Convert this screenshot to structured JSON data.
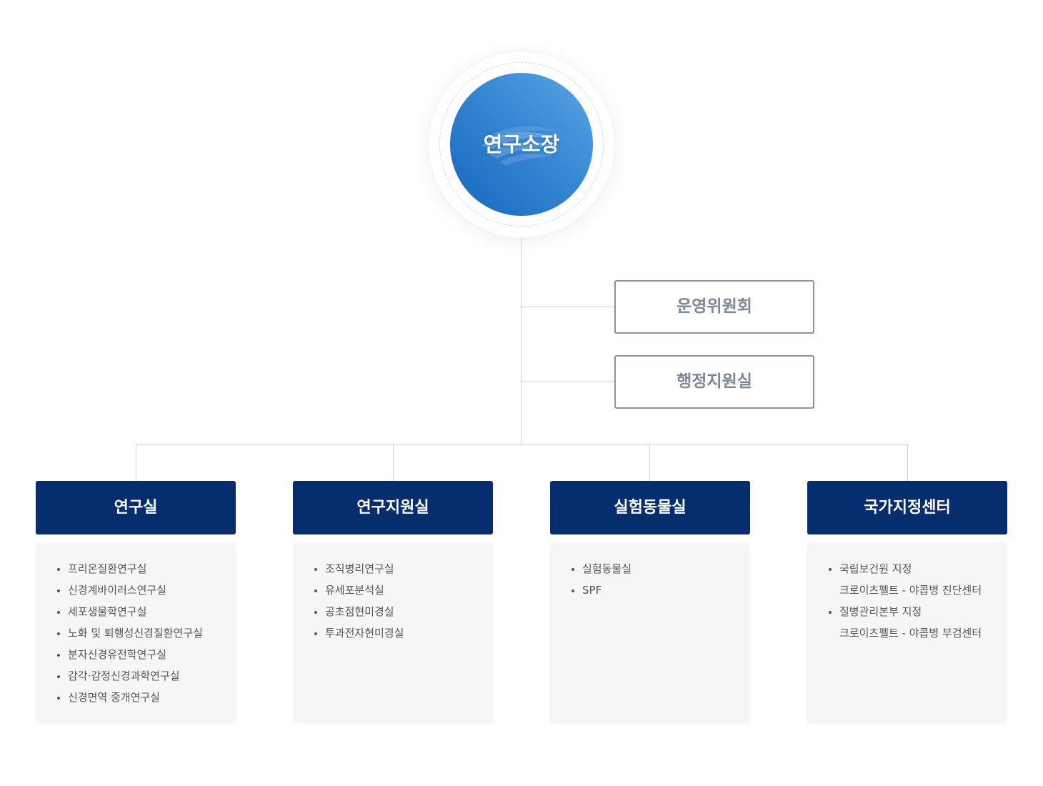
{
  "head": {
    "title": "연구소장"
  },
  "side_units": [
    "운영위원회",
    "행정지원실"
  ],
  "departments": [
    {
      "title": "연구실",
      "items": [
        {
          "text": "프리온질환연구실",
          "bullet": true
        },
        {
          "text": "신경계바이러스연구실",
          "bullet": true
        },
        {
          "text": "세포생물학연구실",
          "bullet": true
        },
        {
          "text": "노화 및 퇴행성신경질환연구실",
          "bullet": true
        },
        {
          "text": "분자신경유전학연구실",
          "bullet": true
        },
        {
          "text": "감각·감정신경과학연구실",
          "bullet": true
        },
        {
          "text": "신경면역 중개연구실",
          "bullet": true
        }
      ]
    },
    {
      "title": "연구지원실",
      "items": [
        {
          "text": "조직병리연구실",
          "bullet": true
        },
        {
          "text": "유세포분석실",
          "bullet": true
        },
        {
          "text": "공초점현미경실",
          "bullet": true
        },
        {
          "text": "투과전자현미경실",
          "bullet": true
        }
      ]
    },
    {
      "title": "실험동물실",
      "items": [
        {
          "text": "실험동물실",
          "bullet": true
        },
        {
          "text": "SPF",
          "bullet": true
        }
      ]
    },
    {
      "title": "국가지정센터",
      "items": [
        {
          "text": "국립보건원 지정",
          "bullet": true
        },
        {
          "text": "크로이츠펠트 - 야콥병 진단센터",
          "bullet": false
        },
        {
          "text": "질병관리본부 지정",
          "bullet": true
        },
        {
          "text": "크로이츠펠트 - 야콥병 부검센터",
          "bullet": false
        }
      ]
    }
  ],
  "colors": {
    "head_gradient_start": "#5ba5e3",
    "head_gradient_end": "#1567bd",
    "dept_header": "#062d6e",
    "side_border": "#8794a6",
    "line": "#cfd3d8",
    "panel_bg": "#f6f6f6"
  }
}
